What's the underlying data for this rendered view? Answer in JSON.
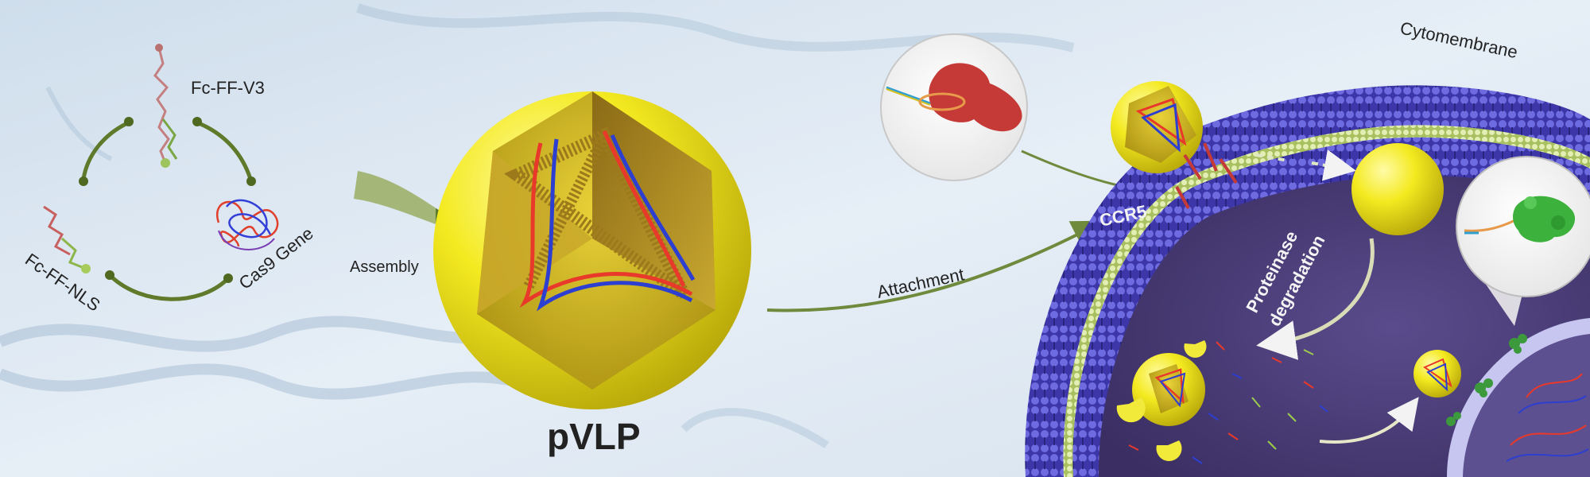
{
  "labels": {
    "fc_ff_v3": "Fc-FF-V3",
    "fc_ff_nls": "Fc-FF-NLS",
    "cas9_gene": "Cas9 Gene",
    "assembly": "Assembly",
    "pvlp": "pVLP",
    "attachment": "Attachment",
    "ccr5": "CCR5",
    "cytomembrane": "Cytomembrane",
    "proteinase_line1": "Proteinase",
    "proteinase_line2": "degradation"
  },
  "colors": {
    "background": "#dfe9f3",
    "sphere_yellow": "#f2e81c",
    "membrane_blue": "#4a46b8",
    "membrane_green": "#c9d88a",
    "cytoplasm": "#4a3d78",
    "nucleus": "#5b4e86",
    "arrow_green": "#6f8a3c",
    "dna_red": "#e8392a",
    "dna_blue": "#2d3fd0",
    "helix_brown": "#9c7a1c"
  },
  "icons": [
    "gear-icon",
    "shield-icon"
  ]
}
